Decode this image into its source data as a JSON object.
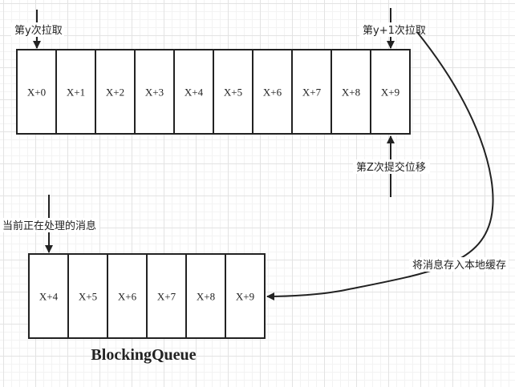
{
  "top_queue": {
    "cells": [
      "X+0",
      "X+1",
      "X+2",
      "X+3",
      "X+4",
      "X+5",
      "X+6",
      "X+7",
      "X+8",
      "X+9"
    ]
  },
  "bottom_queue": {
    "cells": [
      "X+4",
      "X+5",
      "X+6",
      "X+7",
      "X+8",
      "X+9"
    ],
    "title": "BlockingQueue"
  },
  "labels": {
    "pull_y": "第y次拉取",
    "pull_y1": "第y+1次拉取",
    "commit_z": "第Z次提交位移",
    "current_processing": "当前正在处理的消息",
    "store_local": "将消息存入本地缓存"
  },
  "colors": {
    "stroke": "#222222",
    "grid": "#e3e3e3"
  }
}
